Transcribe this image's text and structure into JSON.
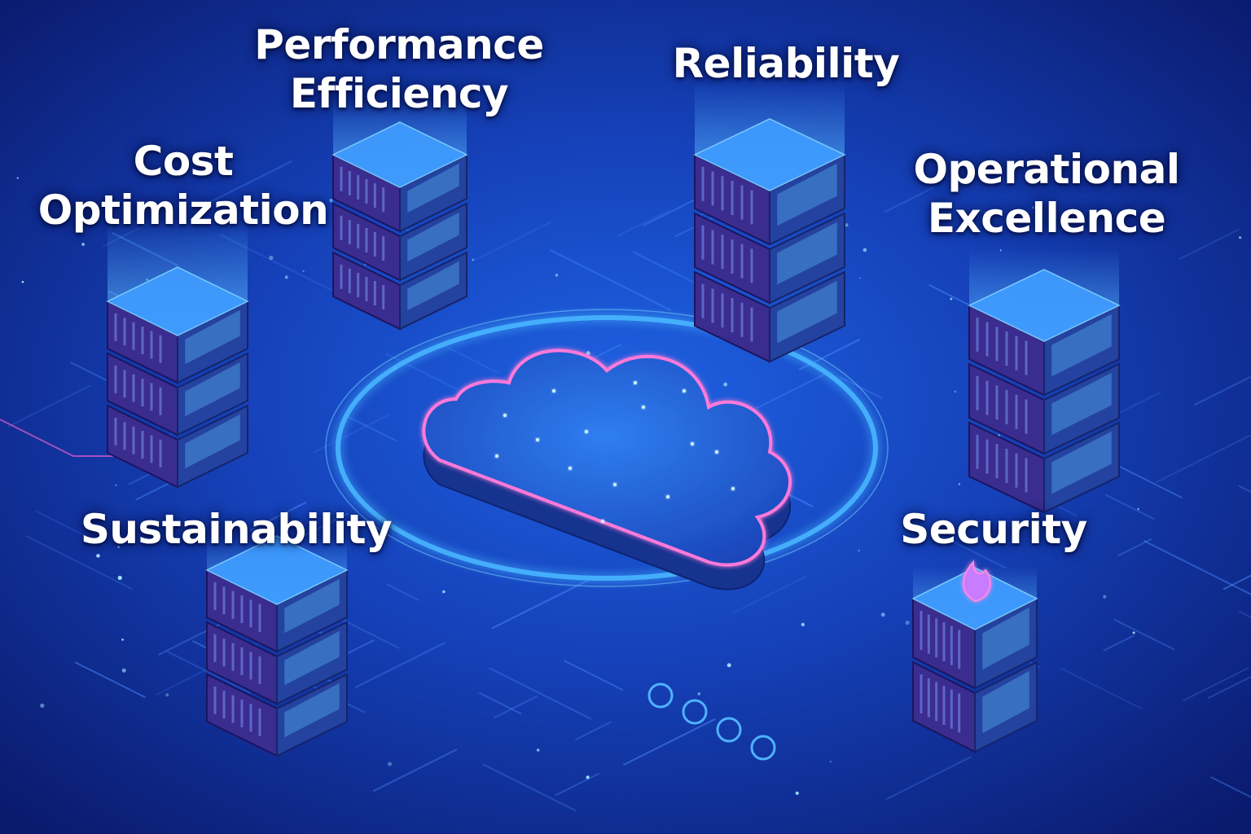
{
  "pillars": [
    {
      "id": "cost-optimization",
      "lines": [
        "Cost",
        "Optimization"
      ],
      "icon": "server-rack-icon"
    },
    {
      "id": "performance-efficiency",
      "lines": [
        "Performance",
        "Efficiency"
      ],
      "icon": "server-rack-icon"
    },
    {
      "id": "reliability",
      "lines": [
        "Reliability"
      ],
      "icon": "server-rack-icon"
    },
    {
      "id": "operational-excellence",
      "lines": [
        "Operational",
        "Excellence"
      ],
      "icon": "server-rack-icon"
    },
    {
      "id": "sustainability",
      "lines": [
        "Sustainability"
      ],
      "icon": "server-rack-icon"
    },
    {
      "id": "security",
      "lines": [
        "Security"
      ],
      "icon": "firewall-server-icon"
    }
  ],
  "center": {
    "icon": "cloud-icon"
  },
  "colors": {
    "background": "#0b1f7a",
    "background_glow": "#1e5fe0",
    "server_top": "#3f9bff",
    "server_left": "#3b2c8f",
    "server_right": "#24429f",
    "panel": "#5fc4ff",
    "cloud_outline": "#ff7ad9",
    "ring": "#46b4ff"
  }
}
